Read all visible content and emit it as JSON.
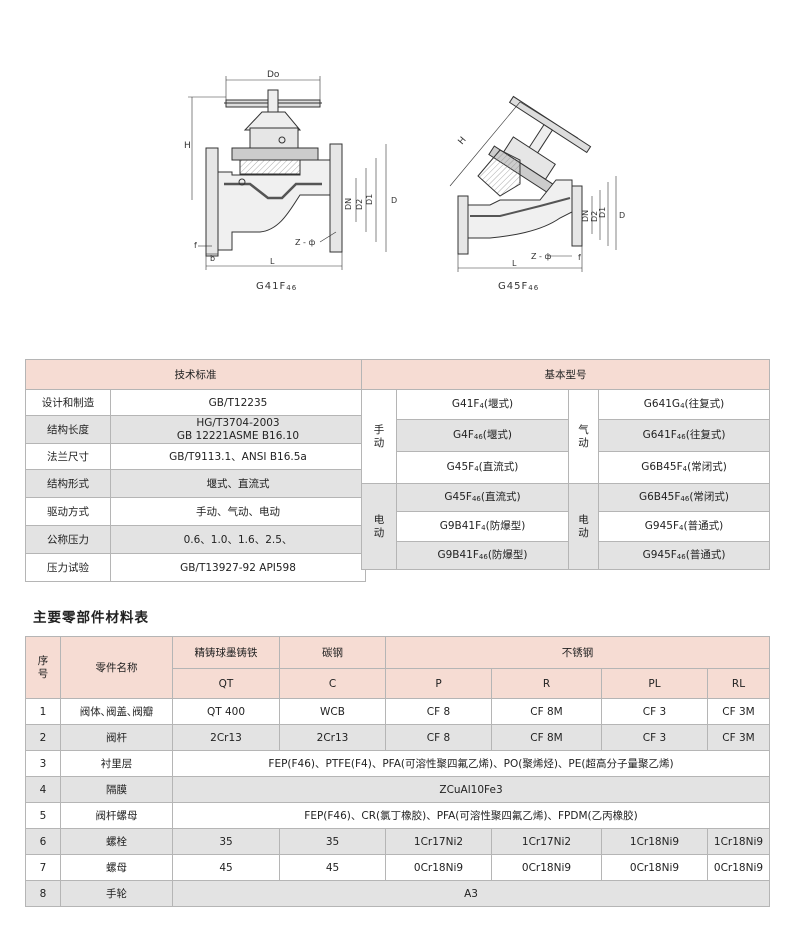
{
  "drawings": {
    "left": {
      "dims": {
        "do": "Do",
        "h": "H",
        "dn": "DN",
        "d2": "D2",
        "d1": "D1",
        "d": "D",
        "f": "f",
        "b": "b",
        "z": "Z - ф",
        "l": "L"
      },
      "model": "G41F",
      "model_sub": "46"
    },
    "right": {
      "dims": {
        "h": "H",
        "dn": "DN",
        "d2": "D2",
        "d1": "D1",
        "d": "D",
        "z": "Z - ф",
        "f": "f",
        "l": "L"
      },
      "model": "G45F",
      "model_sub": "46"
    }
  },
  "tech_table": {
    "title": "技术标准",
    "rows": [
      {
        "label": "设计和制造",
        "value": "GB/T12235"
      },
      {
        "label": "结构长度",
        "value": "HG/T3704-2003",
        "value2": "GB 12221ASME B16.10"
      },
      {
        "label": "法兰尺寸",
        "value": "GB/T9113.1、ANSI B16.5a"
      },
      {
        "label": "结构形式",
        "value": "堰式、直流式"
      },
      {
        "label": "驱动方式",
        "value": "手动、气动、电动"
      },
      {
        "label": "公称压力",
        "value": "0.6、1.0、1.6、2.5、"
      },
      {
        "label": "压力试验",
        "value": "GB/T13927-92 API598"
      }
    ]
  },
  "model_table": {
    "title": "基本型号",
    "groups": {
      "manual": "手动",
      "pneumatic": "气动",
      "electric_l": "电动",
      "electric_r": "电动"
    },
    "cells": {
      "m1": {
        "a": "G41F",
        "s": "4",
        "b": "(堰式)"
      },
      "m2": {
        "a": "G4F",
        "s": "46",
        "b": "(堰式)"
      },
      "m3": {
        "a": "G45F",
        "s": "4",
        "b": "(直流式)"
      },
      "p1": {
        "a": "G641G",
        "s": "4",
        "b": "(往复式)"
      },
      "p2": {
        "a": "G641F",
        "s": "46",
        "b": "(往复式)"
      },
      "p3": {
        "a": "G6B45F",
        "s": "4",
        "b": "(常闭式)"
      },
      "e1": {
        "a": "G45F",
        "s": "46",
        "b": "(直流式)"
      },
      "e2": {
        "a": "G9B41F",
        "s": "4",
        "b": "(防爆型)"
      },
      "e3": {
        "a": "G9B41F",
        "s": "46",
        "b": "(防爆型)"
      },
      "r1": {
        "a": "G6B45F",
        "s": "46",
        "b": "(常闭式)"
      },
      "r2": {
        "a": "G945F",
        "s": "4",
        "b": "(普通式)"
      },
      "r3": {
        "a": "G945F",
        "s": "46",
        "b": "(普通式)"
      }
    }
  },
  "materials": {
    "title": "主要零部件材料表",
    "head": {
      "no": "序号",
      "part": "零件名称",
      "ductile": "精铸球墨铸铁",
      "carbon": "碳钢",
      "stainless": "不锈钢",
      "codes": [
        "QT",
        "C",
        "P",
        "R",
        "PL",
        "RL"
      ]
    },
    "rows": [
      {
        "no": "1",
        "part": "阀体､阀盖､阀瓣",
        "cells": [
          "QT 400",
          "WCB",
          "CF 8",
          "CF 8M",
          "CF 3",
          "CF 3M"
        ]
      },
      {
        "no": "2",
        "part": "阀杆",
        "cells": [
          "2Cr13",
          "2Cr13",
          "CF 8",
          "CF 8M",
          "CF 3",
          "CF 3M"
        ]
      },
      {
        "no": "3",
        "part": "衬里层",
        "span": "FEP(F46)、PTFE(F4)、PFA(可溶性聚四氟乙烯)、PO(聚烯烃)、PE(超高分子量聚乙烯)"
      },
      {
        "no": "4",
        "part": "隔膜",
        "span": "ZCuAl10Fe3"
      },
      {
        "no": "5",
        "part": "阀杆螺母",
        "span": "FEP(F46)、CR(氯丁橡胶)、PFA(可溶性聚四氟乙烯)、FPDM(乙丙橡胶)"
      },
      {
        "no": "6",
        "part": "螺栓",
        "cells": [
          "35",
          "35",
          "1Cr17Ni2",
          "1Cr17Ni2",
          "1Cr18Ni9",
          "1Cr18Ni9"
        ]
      },
      {
        "no": "7",
        "part": "螺母",
        "cells": [
          "45",
          "45",
          "0Cr18Ni9",
          "0Cr18Ni9",
          "0Cr18Ni9",
          "0Cr18Ni9"
        ]
      },
      {
        "no": "8",
        "part": "手轮",
        "span": "A3"
      }
    ]
  }
}
